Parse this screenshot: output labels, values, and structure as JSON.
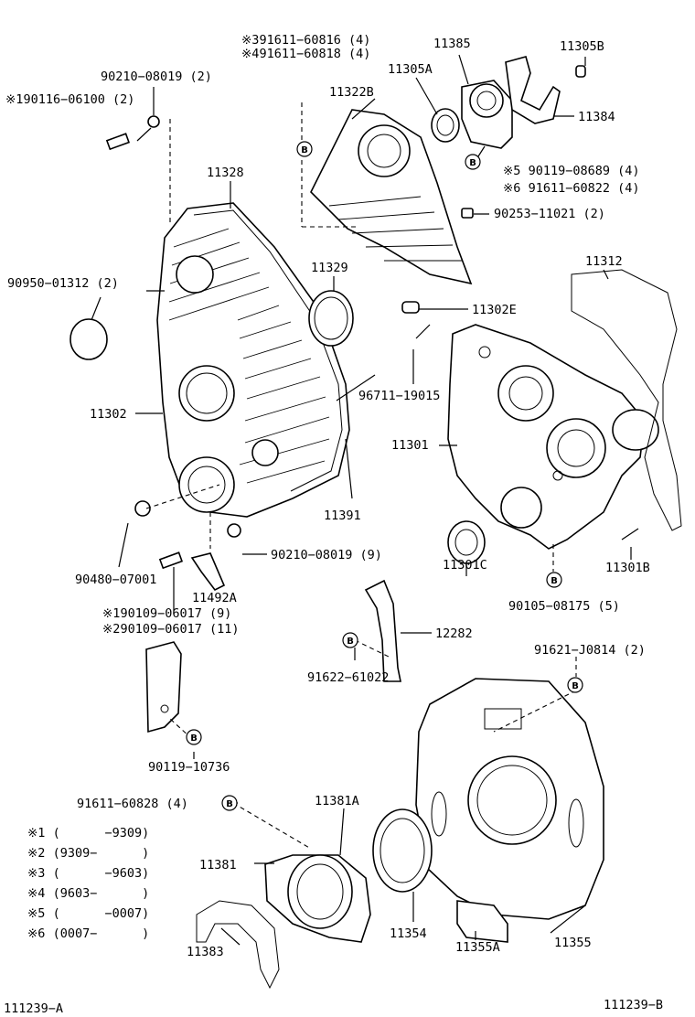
{
  "diagram": {
    "labels": {
      "p_91611_60816": "※391611−60816 (4)",
      "p_91611_60818": "※491611−60818 (4)",
      "p_11385": "11385",
      "p_11305b": "11305B",
      "p_90210_08019_a": "90210−08019 (2)",
      "p_11305a": "11305A",
      "p_90116_06100": "※190116−06100 (2)",
      "p_11322b": "11322B",
      "p_11384": "11384",
      "p_90119_08689": "※5 90119−08689 (4)",
      "p_91611_60822": "※6  91611−60822 (4)",
      "p_11328": "11328",
      "p_90253_11021": "90253−11021 (2)",
      "p_11312": "11312",
      "p_90950_01312": "90950−01312 (2)",
      "p_11329": "11329",
      "p_11302e": "11302E",
      "p_96711_19015": "96711−19015",
      "p_11302": "11302",
      "p_11301": "11301",
      "p_11391": "11391",
      "p_90480_07001": "90480−07001",
      "p_90210_08019_b": "90210−08019 (9)",
      "p_11301c": "11301C",
      "p_11301b": "11301B",
      "p_11492a": "11492A",
      "p_90109_06017_a": "※190109−06017 (9)",
      "p_90109_06017_b": "※290109−06017 (11)",
      "p_90105_08175": "90105−08175 (5)",
      "p_12282": "12282",
      "p_91621_j0814": "91621−J0814 (2)",
      "p_91622_61022": "91622−61022",
      "p_90119_10736": "90119−10736",
      "p_91611_60828": "91611−60828 (4)",
      "p_11381a": "11381A",
      "p_11381": "11381",
      "p_11354": "11354",
      "p_11355": "11355",
      "p_11383": "11383",
      "p_11355a": "11355A",
      "ref_left": "111239−A",
      "ref_right": "111239−B"
    },
    "bolt_marker": "B",
    "legend": [
      "※1 (      −9309)",
      "※2 (9309−      )",
      "※3 (      −9603)",
      "※4 (9603−      )",
      "※5 (      −0007)",
      "※6 (0007−      )"
    ]
  }
}
